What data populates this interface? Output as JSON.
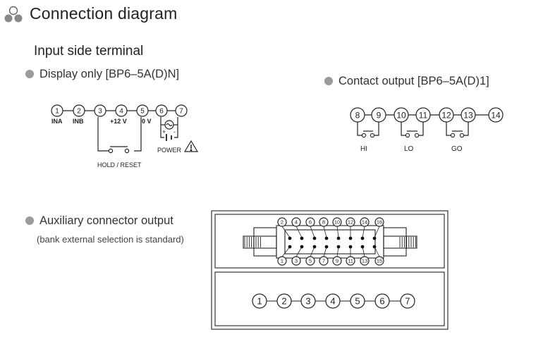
{
  "header": {
    "title": "Connection diagram"
  },
  "input_section": {
    "title": "Input side terminal"
  },
  "display_only": {
    "label": "Display only [BP6–5A(D)N]",
    "terminals": [
      "1",
      "2",
      "3",
      "4",
      "5",
      "6",
      "7"
    ],
    "terminal_labels": {
      "t1": "INA",
      "t2": "INB",
      "t4": "+12 V",
      "t5": "0 V"
    },
    "hold_reset": "HOLD / RESET",
    "power": "POWER",
    "plus": "+",
    "minus": "-"
  },
  "contact_output": {
    "label": "Contact output [BP6–5A(D)1]",
    "terminals": [
      "8",
      "9",
      "10",
      "11",
      "12",
      "13",
      "14"
    ],
    "groups": [
      "HI",
      "LO",
      "GO"
    ]
  },
  "aux": {
    "label": "Auxiliary connector output",
    "note": "(bank external selection is standard)",
    "top_pins": [
      "2",
      "4",
      "6",
      "8",
      "10",
      "12",
      "14",
      "16"
    ],
    "bottom_pins": [
      "1",
      "3",
      "5",
      "7",
      "9",
      "11",
      "13",
      "15"
    ],
    "terminals": [
      "1",
      "2",
      "3",
      "4",
      "5",
      "6",
      "7"
    ]
  },
  "colors": {
    "line": "#222222",
    "bullet": "#9b9b9b"
  }
}
